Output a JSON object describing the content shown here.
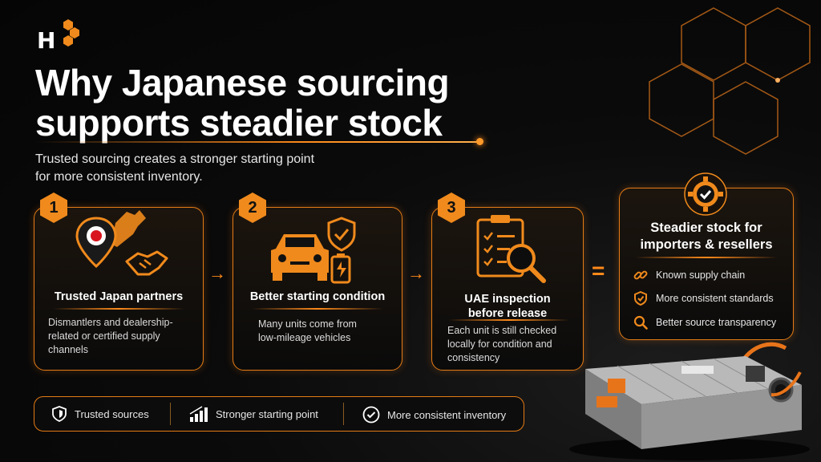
{
  "brand": {
    "logo_letter": "H"
  },
  "headline": {
    "line1": "Why Japanese sourcing",
    "line2": "supports steadier stock"
  },
  "subtitle": {
    "line1": "Trusted sourcing creates a stronger starting point",
    "line2": "for more consistent inventory."
  },
  "steps": [
    {
      "number": "1",
      "title": "Trusted Japan partners",
      "text_lines": [
        "Dismantlers and dealership-",
        "related or certified supply",
        "channels"
      ]
    },
    {
      "number": "2",
      "title": "Better starting condition",
      "text_lines": [
        "Many units come from",
        "low-mileage vehicles"
      ]
    },
    {
      "number": "3",
      "title_lines": [
        "UAE inspection",
        "before release"
      ],
      "text_lines": [
        "Each unit is still checked",
        "locally for condition and",
        "consistency"
      ]
    }
  ],
  "operators": {
    "arrow": "→",
    "equals": "="
  },
  "result": {
    "title_lines": [
      "Steadier stock for",
      "importers & resellers"
    ],
    "items": [
      {
        "icon": "link-icon",
        "label": "Known supply chain"
      },
      {
        "icon": "shield-check-icon",
        "label": "More consistent standards"
      },
      {
        "icon": "magnifier-icon",
        "label": "Better source transparency"
      }
    ]
  },
  "bottom_bar": [
    {
      "icon": "shield-icon",
      "label": "Trusted sources"
    },
    {
      "icon": "signal-bars-icon",
      "label": "Stronger starting point"
    },
    {
      "icon": "check-circle-icon",
      "label": "More consistent inventory"
    }
  ],
  "colors": {
    "accent": "#f08a1c",
    "background": "#0b0b0b",
    "text": "#ffffff"
  }
}
